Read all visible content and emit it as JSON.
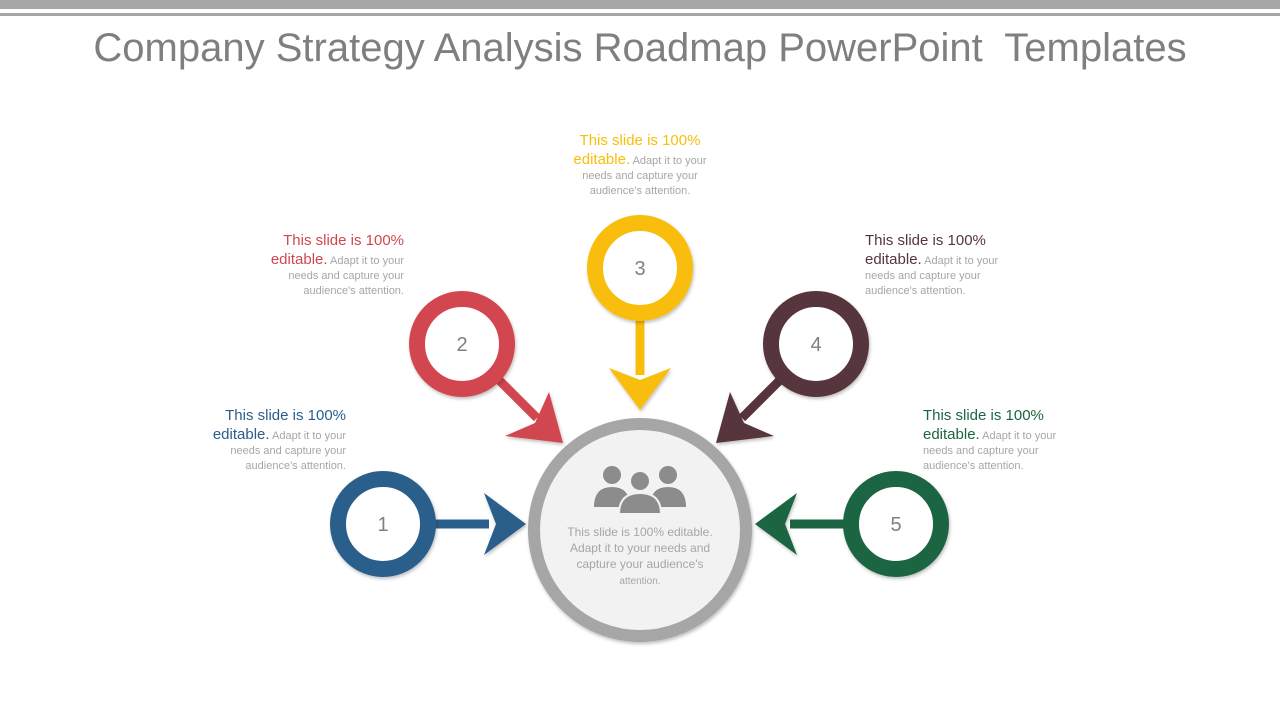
{
  "slide": {
    "title": "Company Strategy Analysis Roadmap PowerPoint  Templates"
  },
  "hub": {
    "text_main": "This slide is 100% editable. Adapt it to your needs and capture your audience's",
    "text_small": "attention.",
    "icon": "people-group-icon",
    "ring_color": "#a6a6a6",
    "fill_color": "#f2f2f2"
  },
  "steps": [
    {
      "number": "1",
      "color": "#2a5e8c",
      "heading": "This slide is 100%",
      "heading2": "editable.",
      "lead": "Adapt it to your",
      "body": "needs and capture your audience's attention."
    },
    {
      "number": "2",
      "color": "#d2464f",
      "heading": "This slide is 100%",
      "heading2": "editable.",
      "lead": "Adapt it to your",
      "body": "needs and capture your audience's attention."
    },
    {
      "number": "3",
      "color": "#f9bd0a",
      "heading": "This slide is 100%",
      "heading2": "editable.",
      "lead": "Adapt it to your",
      "body": "needs and capture your audience's attention."
    },
    {
      "number": "4",
      "color": "#57343c",
      "heading": "This slide is 100%",
      "heading2": "editable.",
      "lead": "Adapt it to your",
      "body": "needs and capture your audience's attention."
    },
    {
      "number": "5",
      "color": "#1d6542",
      "heading": "This slide is 100%",
      "heading2": "editable.",
      "lead": "Adapt it to your",
      "body": "needs and capture your audience's attention."
    }
  ]
}
